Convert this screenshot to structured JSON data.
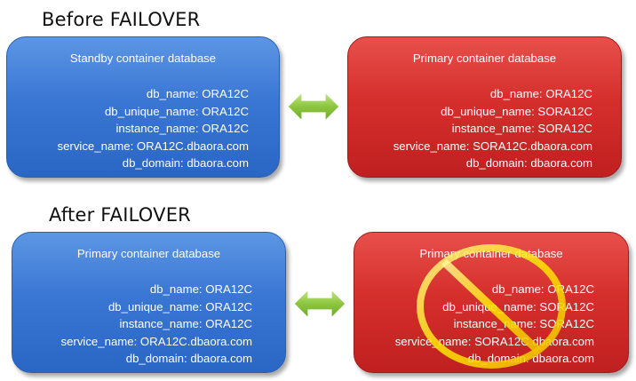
{
  "before": {
    "title": "Before FAILOVER",
    "left": {
      "title": "Standby container database",
      "rows": [
        "db_name: ORA12C",
        "db_unique_name: ORA12C",
        "instance_name: ORA12C",
        "service_name: ORA12C.dbaora.com",
        "db_domain: dbaora.com"
      ]
    },
    "right": {
      "title": "Primary container database",
      "rows": [
        "db_name: ORA12C",
        "db_unique_name: SORA12C",
        "instance_name: SORA12C",
        "service_name: SORA12C.dbaora.com",
        "db_domain: dbaora.com"
      ]
    }
  },
  "after": {
    "title": "After FAILOVER",
    "left": {
      "title": "Primary container database",
      "rows": [
        "db_name: ORA12C",
        "db_unique_name: ORA12C",
        "instance_name: ORA12C",
        "service_name: ORA12C.dbaora.com",
        "db_domain: dbaora.com"
      ]
    },
    "right": {
      "title": "Primary container database",
      "rows": [
        "db_name: ORA12C",
        "db_unique_name: SORA12C",
        "instance_name: SORA12C",
        "service_name: SORA12C.dbaora.com",
        "db_domain: dbaora.com"
      ]
    }
  },
  "colors": {
    "standby_box": "#3a77d4",
    "primary_box": "#d52f2c",
    "arrow": "#8cc63f",
    "prohibition_sign": "#ffe800"
  },
  "icons": {
    "connection": "double-arrow-icon",
    "unavailable": "prohibition-icon"
  }
}
